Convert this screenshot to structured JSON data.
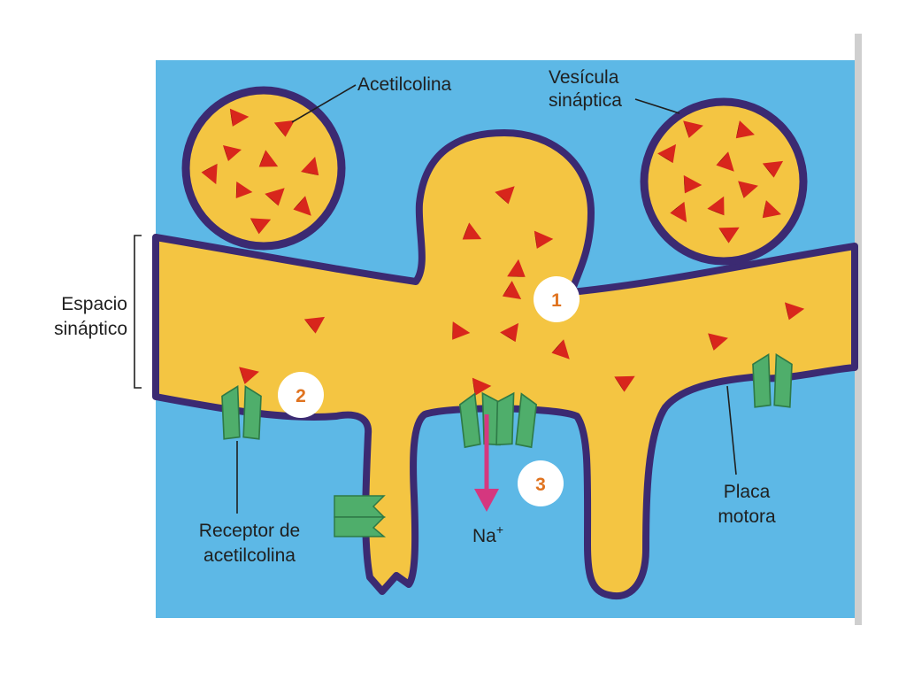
{
  "labels": {
    "acetilcolina": "Acetilcolina",
    "vesicula_line1": "Vesícula",
    "vesicula_line2": "sináptica",
    "espacio_line1": "Espacio",
    "espacio_line2": "sináptico",
    "receptor_line1": "Receptor de",
    "receptor_line2": "acetilcolina",
    "placa_line1": "Placa",
    "placa_line2": "motora",
    "sodium_base": "Na",
    "sodium_charge": "+"
  },
  "steps": [
    "1",
    "2",
    "3"
  ],
  "colors": {
    "background": "#5db8e6",
    "cytoplasm": "#f4c542",
    "membrane": "#3b2a72",
    "neurotransmitter": "#d8261c",
    "receptor": "#4fae6b",
    "ion_arrow": "#d5377f",
    "step_circle": "#ffffff",
    "step_number": "#e0731f"
  }
}
